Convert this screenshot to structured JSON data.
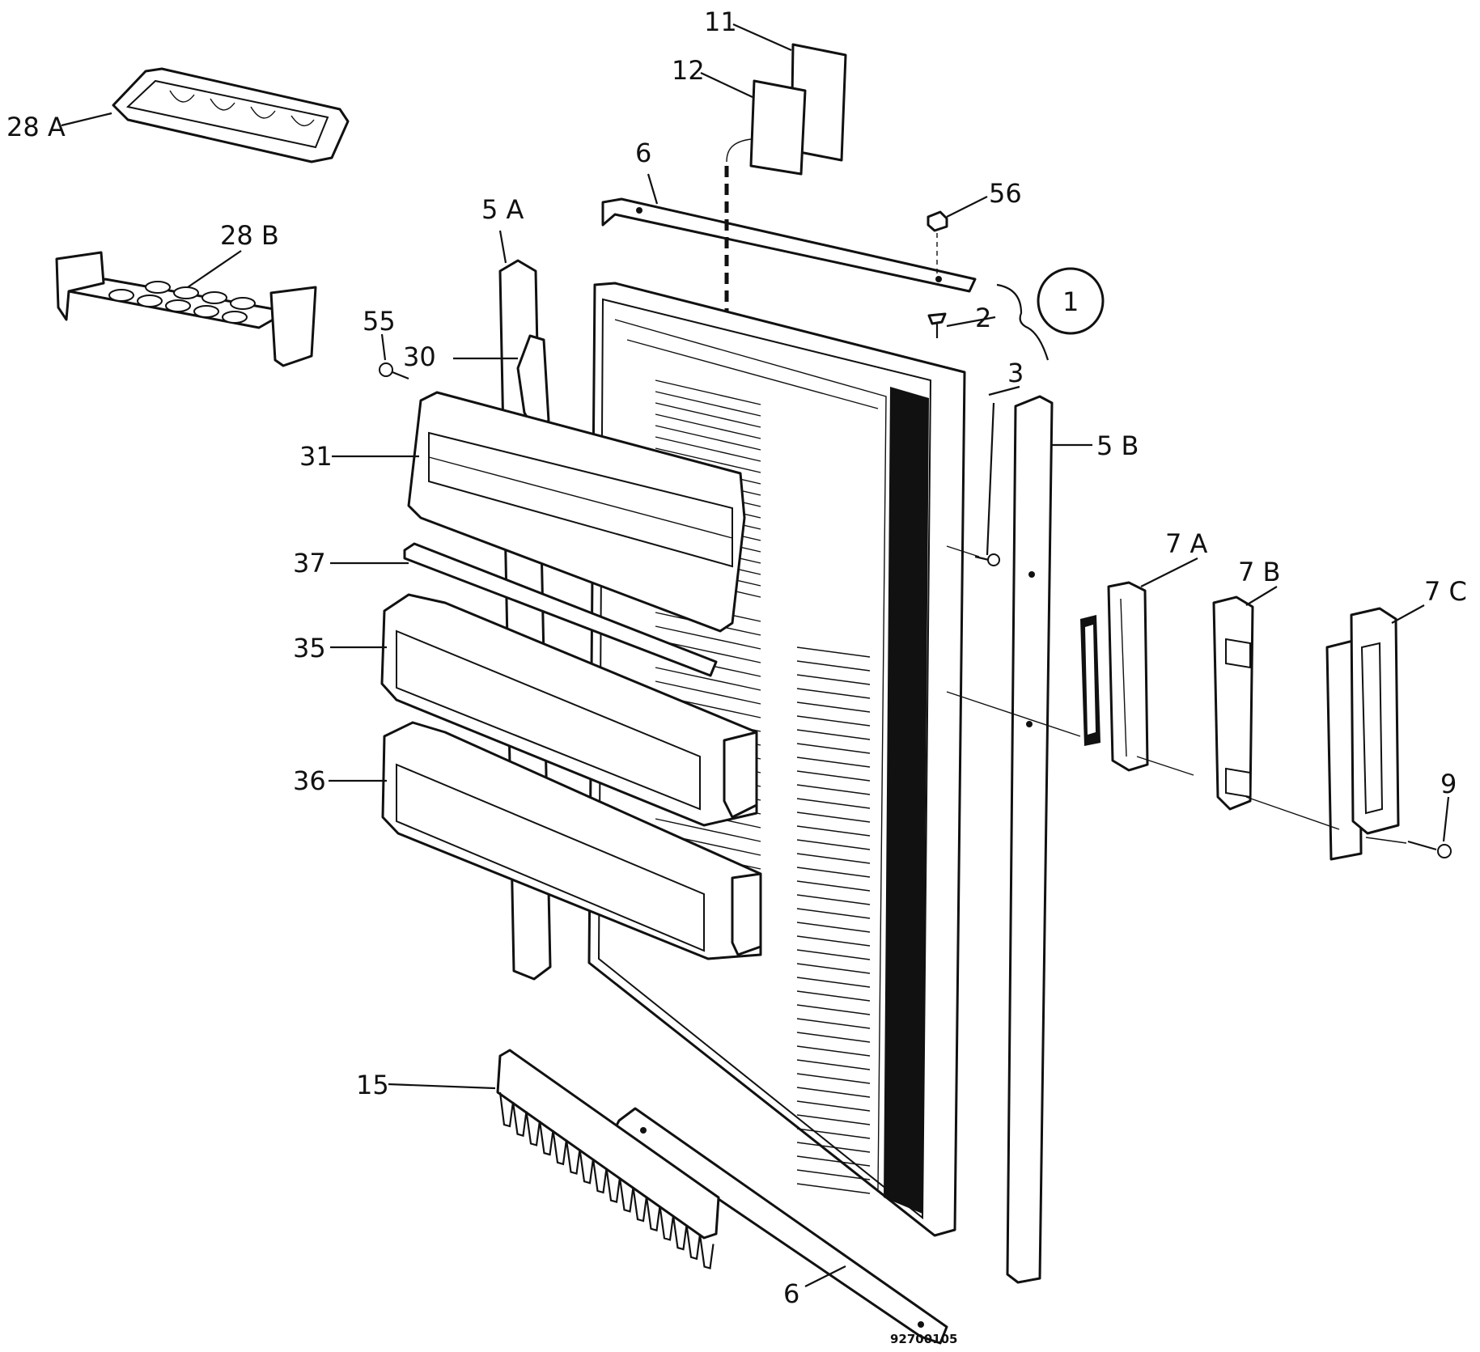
{
  "diagram": {
    "labels": {
      "l11": "11",
      "l12": "12",
      "l6_top": "6",
      "l56": "56",
      "l5a": "5 A",
      "l28a": "28 A",
      "l28b": "28 B",
      "l55": "55",
      "l30": "30",
      "l2": "2",
      "l1": "1",
      "l3": "3",
      "l5b": "5 B",
      "l31": "31",
      "l37": "37",
      "l35": "35",
      "l36": "36",
      "l7a": "7 A",
      "l7b": "7 B",
      "l7c": "7 C",
      "l9": "9",
      "l15": "15",
      "l6_bottom": "6"
    },
    "reference_number": "92700105"
  }
}
